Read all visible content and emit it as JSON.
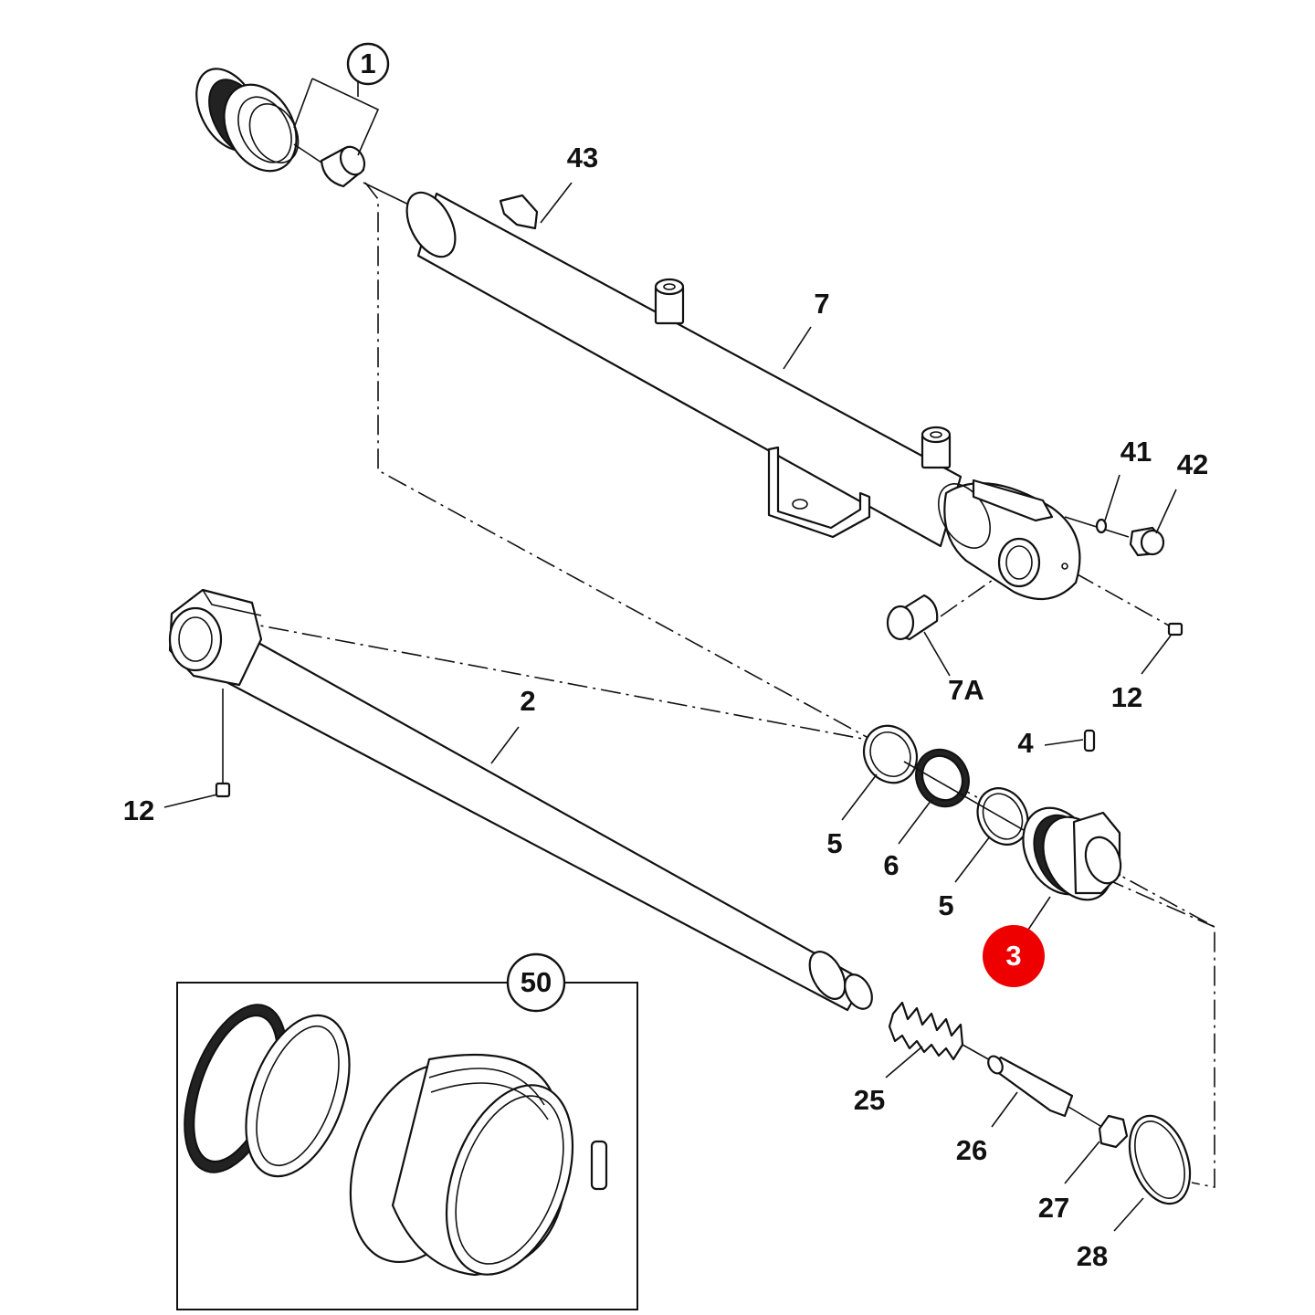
{
  "callouts": {
    "p1": "1",
    "p43": "43",
    "p7": "7",
    "p41": "41",
    "p42": "42",
    "p7a": "7A",
    "p12_right": "12",
    "p2": "2",
    "p4": "4",
    "p12_left": "12",
    "p5_a": "5",
    "p6": "6",
    "p5_b": "5",
    "p3": "3",
    "p50": "50",
    "p25": "25",
    "p26": "26",
    "p27": "27",
    "p28": "28"
  },
  "highlight": {
    "part": "3",
    "color": "#ee0000"
  }
}
